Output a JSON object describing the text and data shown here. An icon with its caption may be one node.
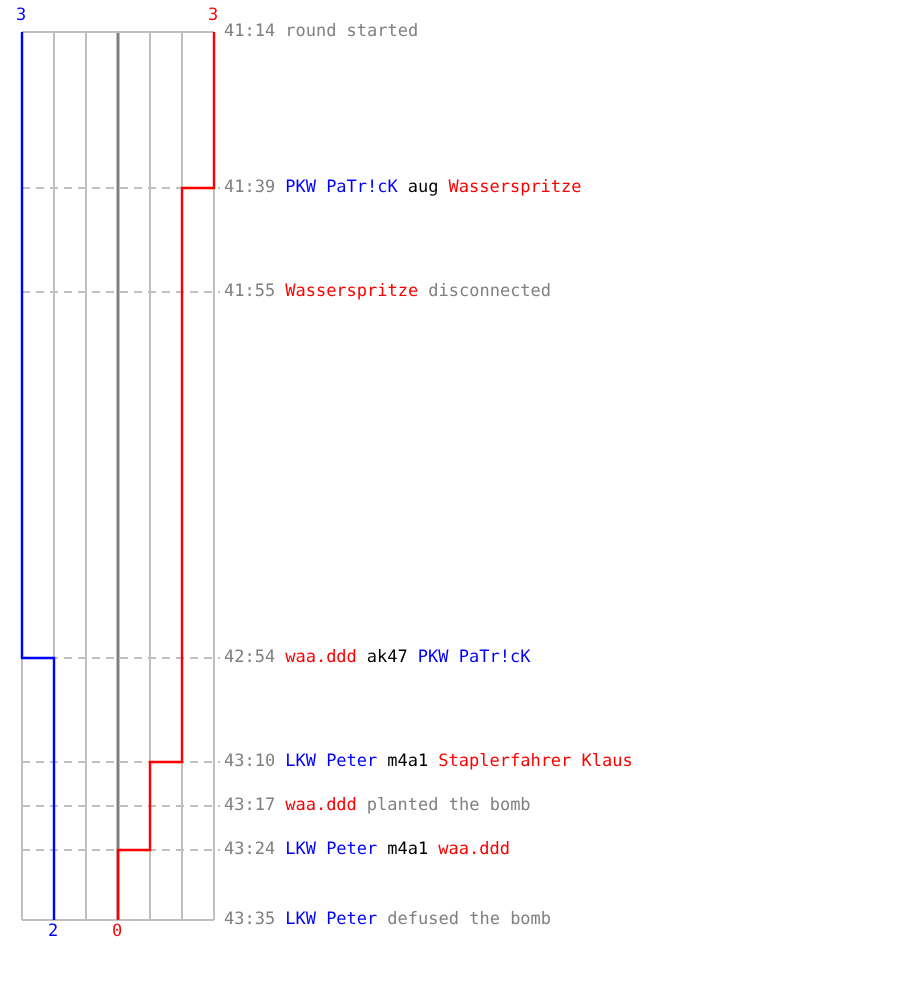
{
  "diagram": {
    "labels": [
      "3",
      "3",
      "41:14",
      "round started",
      "41:39",
      "PKW PaTr!cK",
      "aug",
      "Wasserspritze",
      "41:55",
      "Wasserspritze",
      "disconnected",
      "42:54",
      "waa.ddd",
      "ak47",
      "PKW PaTr!cK",
      "43:10",
      "LKW Peter",
      "m4a1",
      "Staplerfahrer Klaus",
      "43:17",
      "waa.ddd",
      "planted the bomb",
      "43:24",
      "LKW Peter",
      "m4a1",
      "waa.ddd",
      "43:35",
      "LKW Peter",
      "defused the bomb",
      "2",
      "0"
    ]
  }
}
